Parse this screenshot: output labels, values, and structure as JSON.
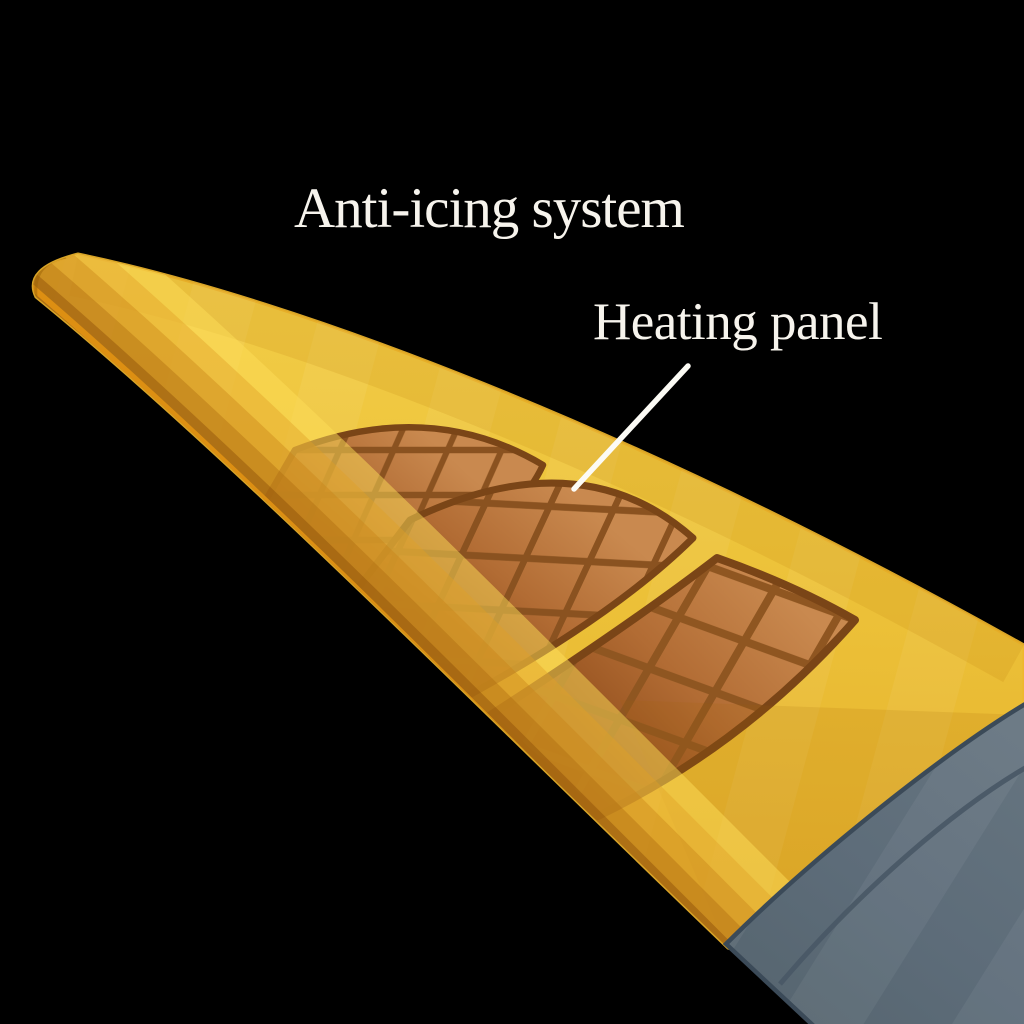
{
  "diagram": {
    "title": "Anti-icing system",
    "callout_label": "Heating panel",
    "panel_count": 3
  },
  "colors": {
    "background": "#000000",
    "text": "#f7f4ed",
    "wing_yellow": "#edc23a",
    "wing_highlight": "#f9dd5e",
    "wing_edge_orange": "#dd8f12",
    "panel_copper_light": "#c9894f",
    "panel_copper_dark": "#7c431a",
    "panel_grid_line": "#8a5220",
    "panel_border": "#7a4517",
    "fuselage_gray": "#5d6c79",
    "fuselage_rim": "#3b4a58",
    "fuselage_seam": "#4a5966",
    "leader_line": "#fcfbf5"
  }
}
